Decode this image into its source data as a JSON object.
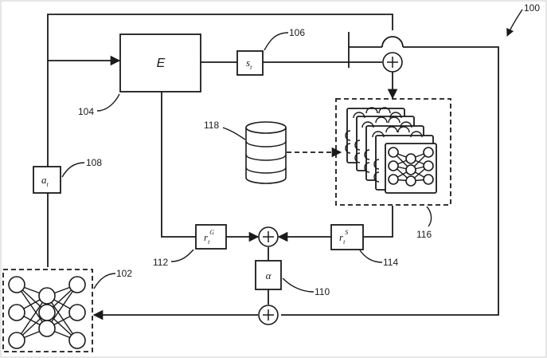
{
  "refs": {
    "system": "100",
    "agent_net": "102",
    "encoder": "104",
    "state": "106",
    "action": "108",
    "alpha_gain": "110",
    "reward_g": "112",
    "reward_s": "114",
    "ensemble": "116",
    "storage": "118"
  },
  "labels": {
    "encoder": "E",
    "state": "s",
    "state_sub": "t",
    "action": "a",
    "action_sub": "t",
    "reward_g": "r",
    "reward_g_sub": "t",
    "reward_g_sup": "G",
    "reward_s": "r",
    "reward_s_sub": "t",
    "reward_s_sup": "S",
    "alpha": "α"
  }
}
